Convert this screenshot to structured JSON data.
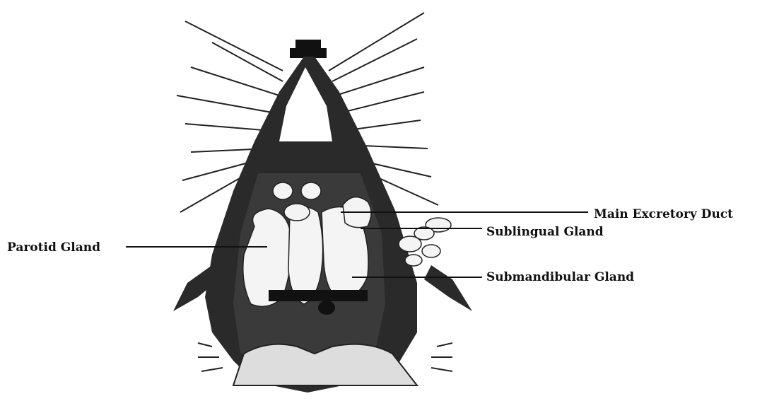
{
  "labels": {
    "main_excretory_duct": "Main Excretory Duct",
    "sublingual_gland": "Sublingual Gland",
    "parotid_gland": "Parotid Gland",
    "submandibular_gland": "Submandibular Gland"
  },
  "colors": {
    "background": "#ffffff",
    "ink": "#111111",
    "gland": "#f4f4f4"
  }
}
